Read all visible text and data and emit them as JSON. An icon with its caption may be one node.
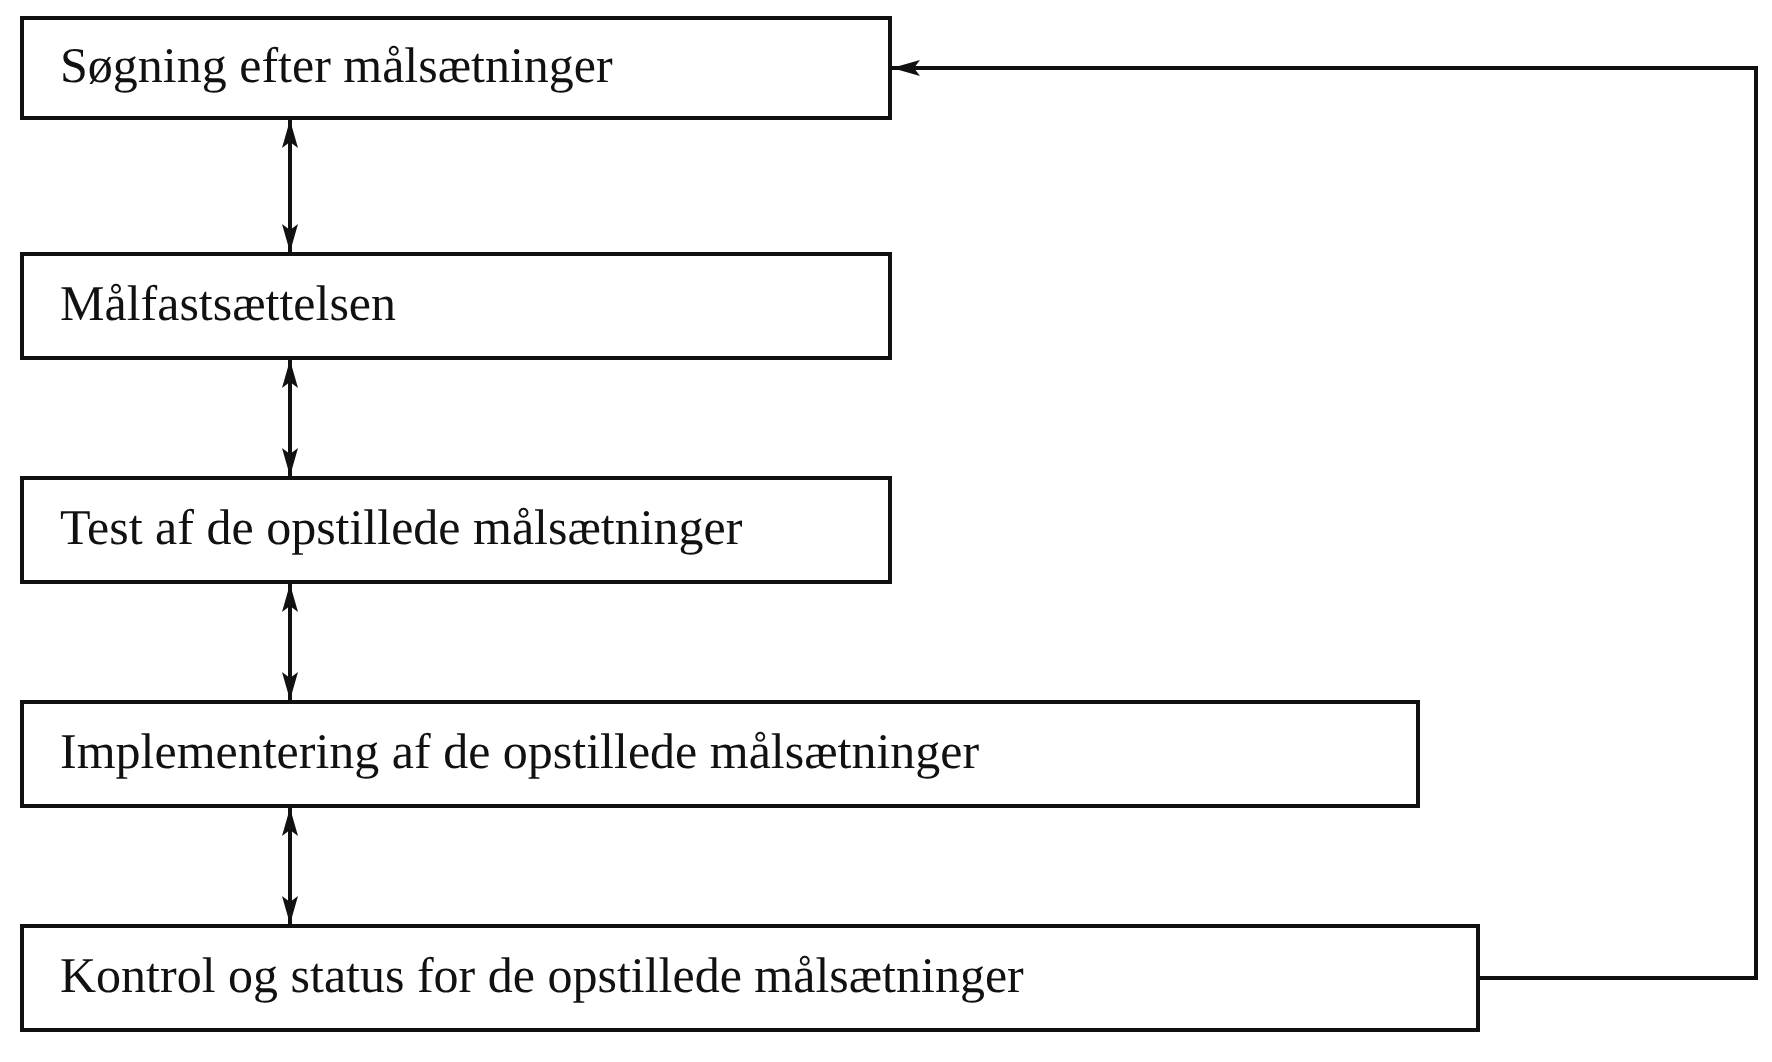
{
  "diagram": {
    "nodes": [
      {
        "text": [
          "Søgning efter målsætninger"
        ]
      },
      {
        "text": [
          "Målfastsættelsen"
        ]
      },
      {
        "text": [
          "Test af de opstillede målsætninger"
        ]
      },
      {
        "text": [
          "Implementering af de opstillede målsætninger"
        ]
      },
      {
        "text": [
          "Kontrol og status for de opstillede målsætninger"
        ]
      }
    ],
    "edges": [
      {
        "from": 0,
        "to": 1,
        "arrow": "both"
      },
      {
        "from": 1,
        "to": 2,
        "arrow": "both"
      },
      {
        "from": 2,
        "to": 3,
        "arrow": "both"
      },
      {
        "from": 3,
        "to": 4,
        "arrow": "both"
      },
      {
        "from": 4,
        "to": 0,
        "arrow": "to"
      }
    ]
  }
}
